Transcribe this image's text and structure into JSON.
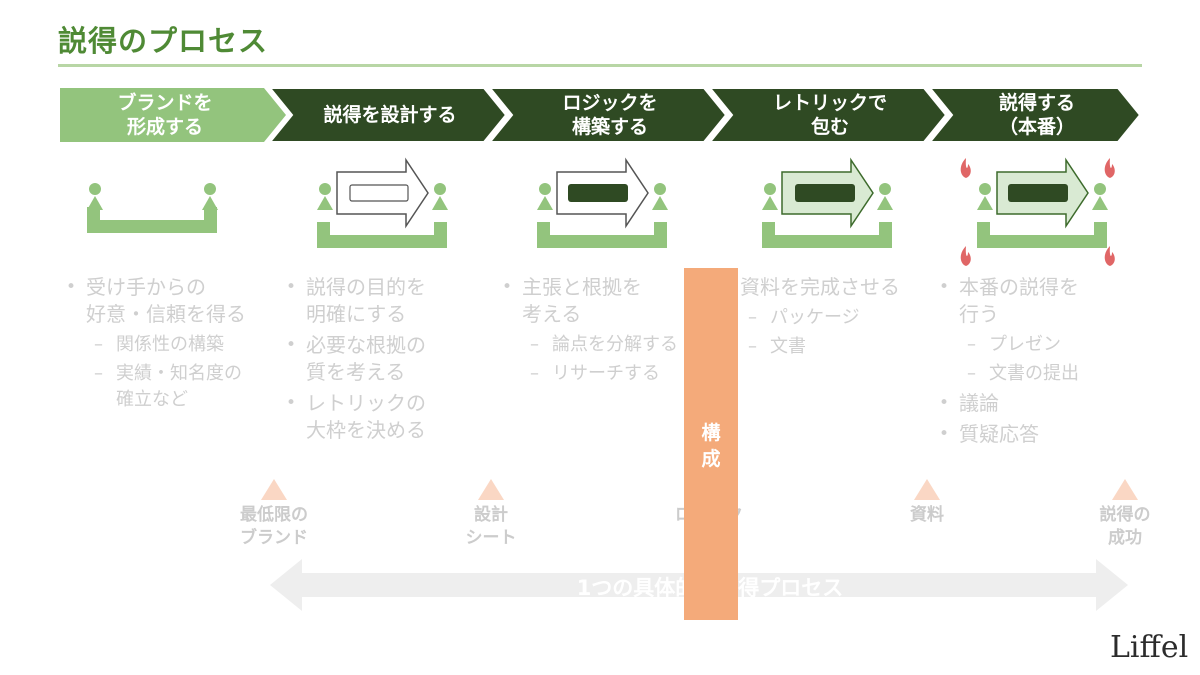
{
  "title": "説得のプロセス",
  "colors": {
    "title_green": "#4f8a35",
    "light_green": "#93c47d",
    "dark_green": "#2f4a23",
    "overlay_orange": "#f4aa7a",
    "gray_text": "#cfcfcf",
    "flame_red": "#e06666"
  },
  "stages": [
    {
      "label": "ブランドを\n形成する"
    },
    {
      "label": "説得を設計する"
    },
    {
      "label": "ロジックを\n構築する"
    },
    {
      "label": "レトリックで\n包む"
    },
    {
      "label": "説得する\n（本番）"
    }
  ],
  "columns": [
    {
      "items": [
        {
          "text": "受け手からの\n好意・信頼を得る",
          "sub": [
            "関係性の構築",
            "実績・知名度の\n確立など"
          ]
        }
      ]
    },
    {
      "items": [
        {
          "text": "説得の目的を\n明確にする",
          "sub": []
        },
        {
          "text": "必要な根拠の\n質を考える",
          "sub": []
        },
        {
          "text": "レトリックの\n大枠を決める",
          "sub": []
        }
      ]
    },
    {
      "items": [
        {
          "text": "主張と根拠を\n考える",
          "sub": [
            "論点を分解する",
            "リサーチする"
          ]
        }
      ]
    },
    {
      "items": [
        {
          "text": "資料を完成させる",
          "sub": [
            "パッケージ",
            "文書"
          ]
        }
      ]
    },
    {
      "items": [
        {
          "text": "本番の説得を\n行う",
          "sub": [
            "プレゼン",
            "文書の提出"
          ]
        },
        {
          "text": "議論",
          "sub": []
        },
        {
          "text": "質疑応答",
          "sub": []
        }
      ]
    }
  ],
  "milestones": [
    {
      "label": "最低限の\nブランド"
    },
    {
      "label": "設計\nシート"
    },
    {
      "label": "ロジック"
    },
    {
      "label": "資料"
    },
    {
      "label": "説得の\n成功"
    }
  ],
  "process_arrow_label": "1つの具体的な説得プロセス",
  "overlay": {
    "label": "構\n成"
  },
  "logo": "Liffel"
}
